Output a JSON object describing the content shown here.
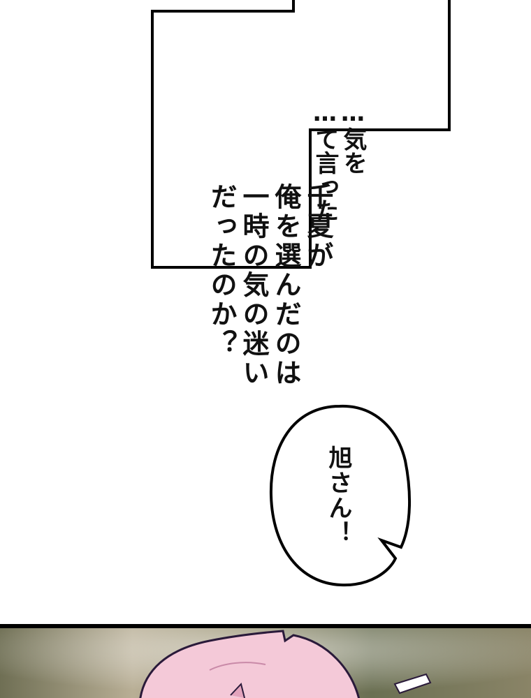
{
  "panels": {
    "narration_top": {
      "lines": [
        "…気を",
        "…て言った"
      ]
    },
    "narration_main": {
      "lines": [
        "千夏が",
        "俺を選んだのは",
        "一時の気の迷い",
        "だったのか？"
      ]
    },
    "speech_bubble": {
      "text": "旭さん！"
    }
  },
  "colors": {
    "ink": "#000000",
    "paper": "#ffffff",
    "hair": "#f4c9d8"
  }
}
